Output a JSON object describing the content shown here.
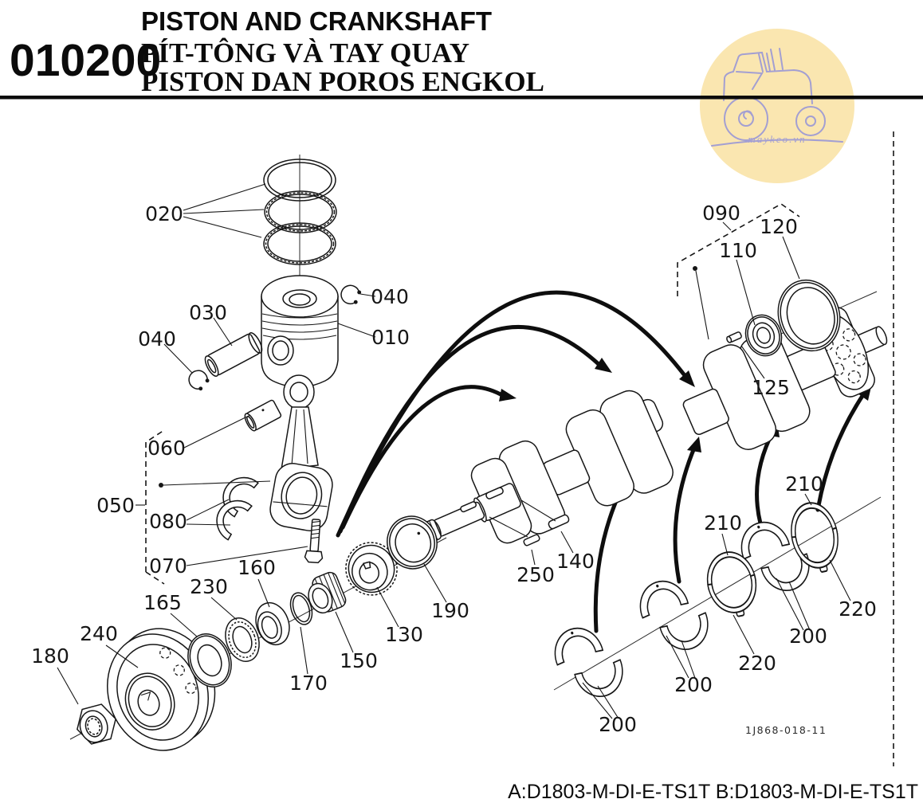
{
  "header": {
    "section_code": "010200",
    "title_en": "PISTON AND CRANKSHAFT",
    "title_vi": "PÍT-TÔNG VÀ TAY QUAY",
    "title_id": "PISTON DAN POROS ENGKOL"
  },
  "watermark": {
    "text": "maykeo.vn"
  },
  "diagram": {
    "figure_code": "1J868-018-11",
    "callouts": {
      "010": "010",
      "020": "020",
      "030": "030",
      "040": "040",
      "050": "050",
      "060": "060",
      "070": "070",
      "080": "080",
      "090": "090",
      "110": "110",
      "120": "120",
      "125": "125",
      "130": "130",
      "140": "140",
      "150": "150",
      "160": "160",
      "165": "165",
      "170": "170",
      "180": "180",
      "190": "190",
      "200": "200",
      "210": "210",
      "220": "220",
      "230": "230",
      "240": "240",
      "250": "250"
    }
  },
  "footer": {
    "applicable_models": "A:D1803-M-DI-E-TS1T B:D1803-M-DI-E-TS1T"
  },
  "colors": {
    "watermark_bg": "#FAE6B0",
    "watermark_fg": "#A39FD2",
    "line": "#111111"
  }
}
